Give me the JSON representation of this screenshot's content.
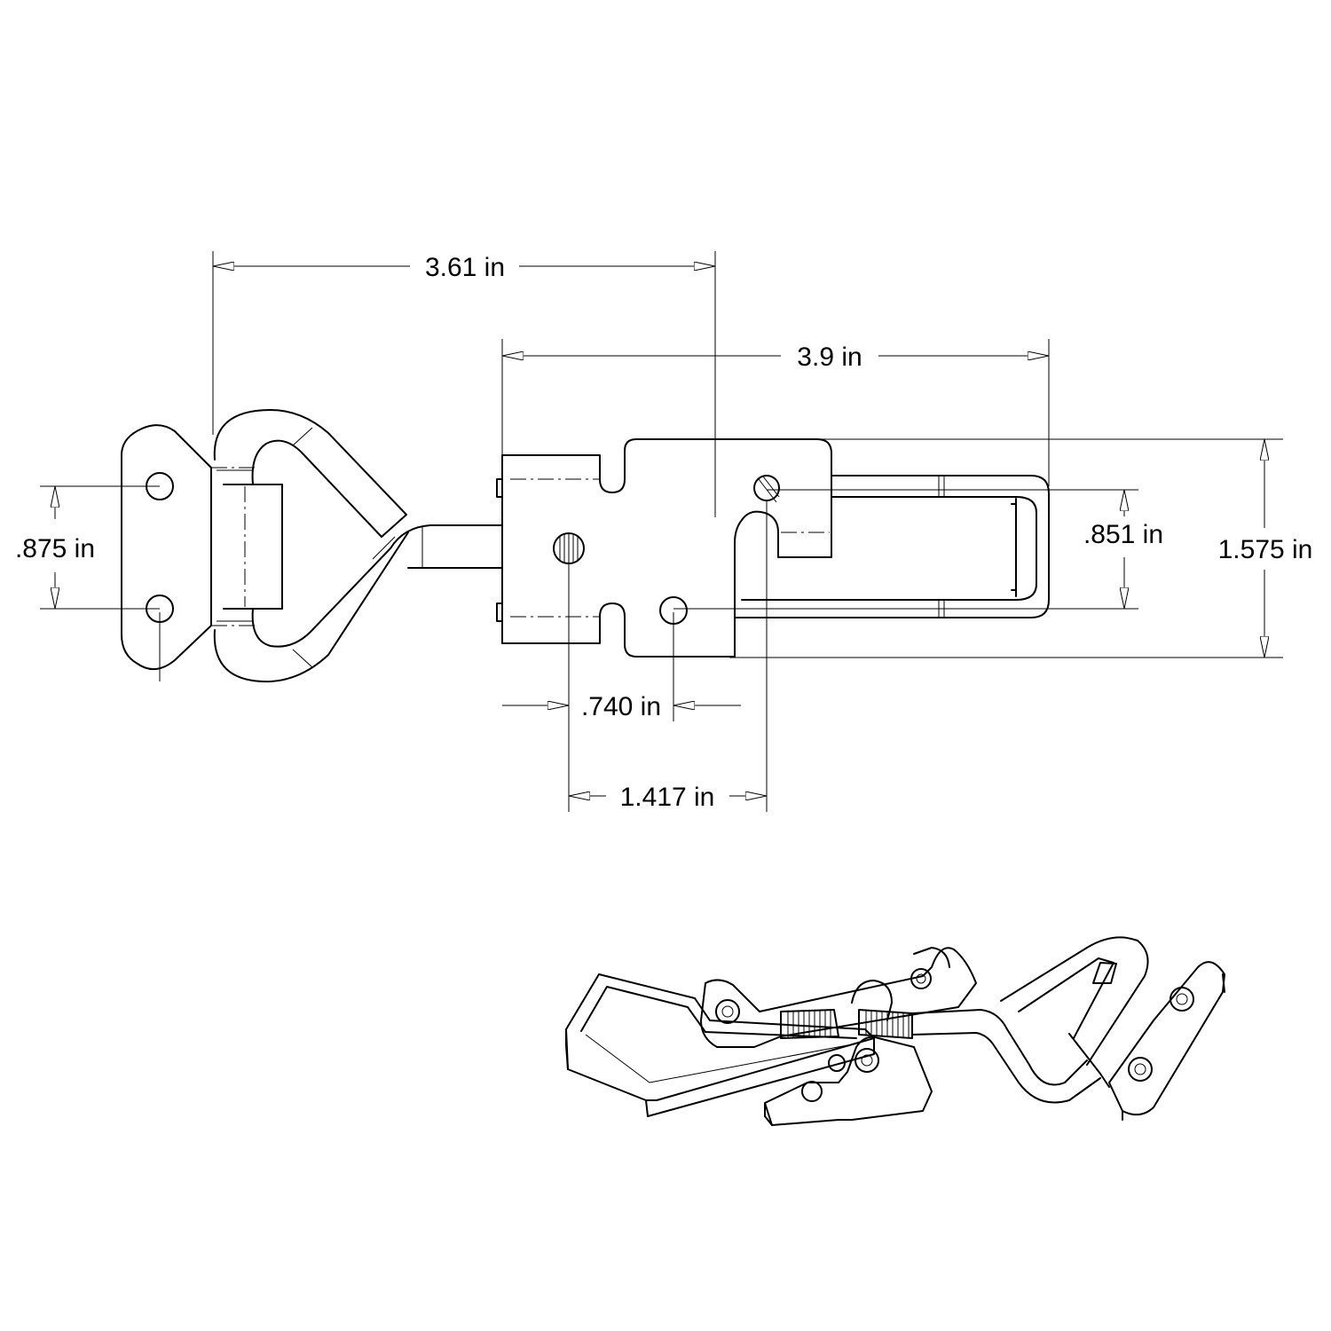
{
  "drawing": {
    "dimensions": {
      "overall_length": "3.61 in",
      "latch_length": "3.9 in",
      "keeper_hole_spacing": ".875 in",
      "hook_width": ".851 in",
      "base_width": "1.575 in",
      "hole_offset": ".740 in",
      "pivot_offset": "1.417 in"
    }
  }
}
